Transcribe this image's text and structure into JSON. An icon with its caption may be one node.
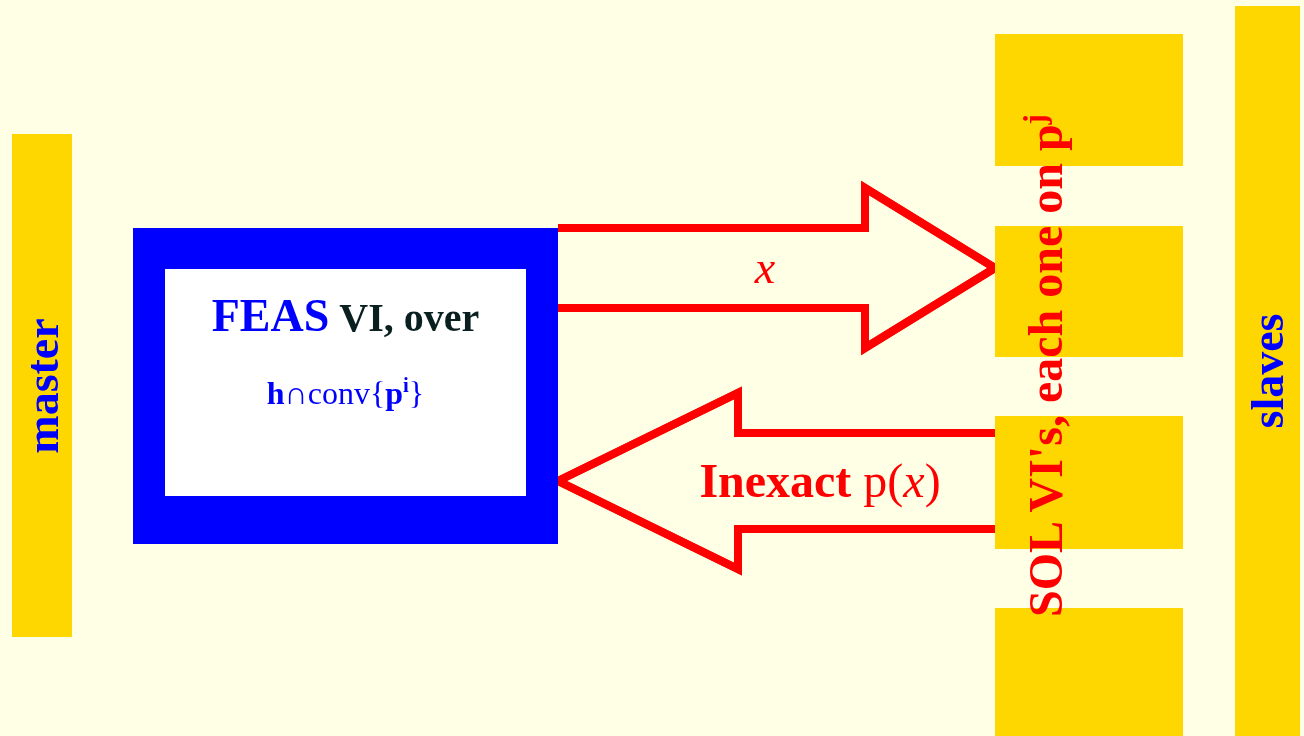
{
  "diagram": {
    "nodes": [
      {
        "text": [
          "master"
        ]
      },
      {
        "text": [
          "FEAS",
          "VI, over",
          "**h**∩conv{**p**$^{i}$}"
        ]
      },
      {
        "text": [],
        "shape": "box"
      },
      {
        "text": [],
        "shape": "box"
      },
      {
        "text": [],
        "shape": "box"
      },
      {
        "text": [],
        "shape": "box"
      },
      {
        "text": [
          "slaves"
        ]
      }
    ],
    "edges": [
      {
        "from": 1,
        "to": 3,
        "arrow": "to",
        "label": "*x*"
      },
      {
        "from": 4,
        "to": 1,
        "arrow": "to",
        "label": "**Inexact** p(*x*)"
      }
    ],
    "labels": [
      "**SOL VI's, each one on** p$^{j}$"
    ]
  }
}
